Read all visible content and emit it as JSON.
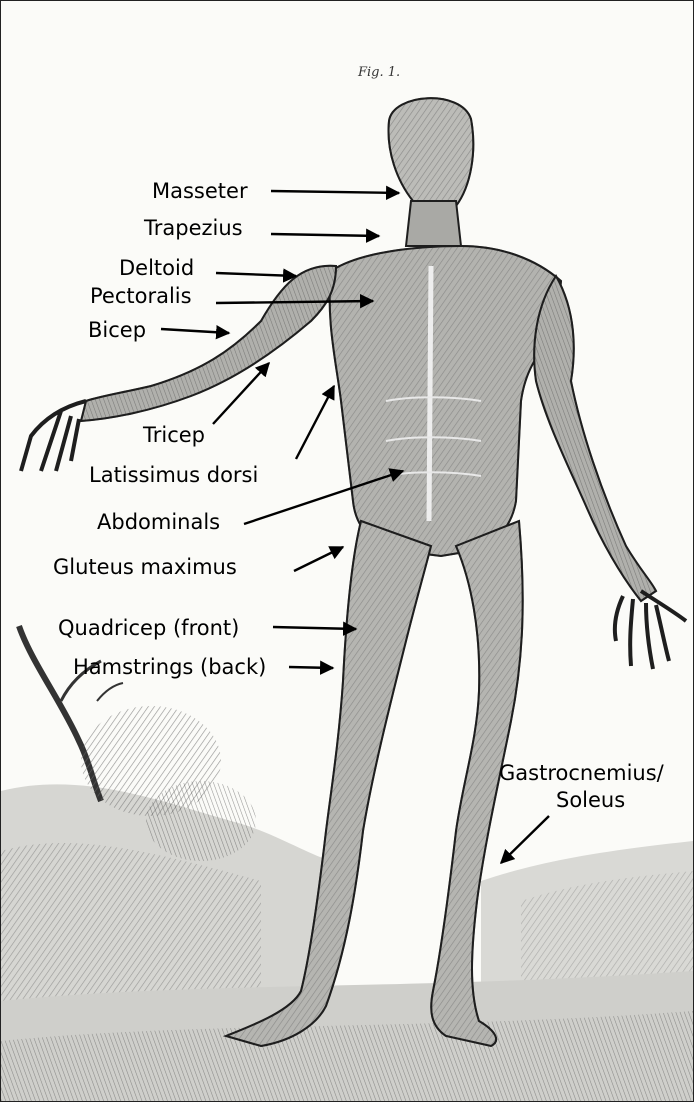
{
  "figure": {
    "plate_mark": "Fig. 1.",
    "labels": {
      "masseter": "Masseter",
      "trapezius": "Trapezius",
      "deltoid": "Deltoid",
      "pectoralis": "Pectoralis",
      "bicep": "Bicep",
      "tricep": "Tricep",
      "latissimus": "Latissimus dorsi",
      "abdominals": "Abdominals",
      "gluteus": "Gluteus maximus",
      "quadricep": "Quadricep (front)",
      "hamstrings": "Hamstrings (back)",
      "gastro_line1": "Gastrocnemius/",
      "gastro_line2": "Soleus"
    }
  }
}
